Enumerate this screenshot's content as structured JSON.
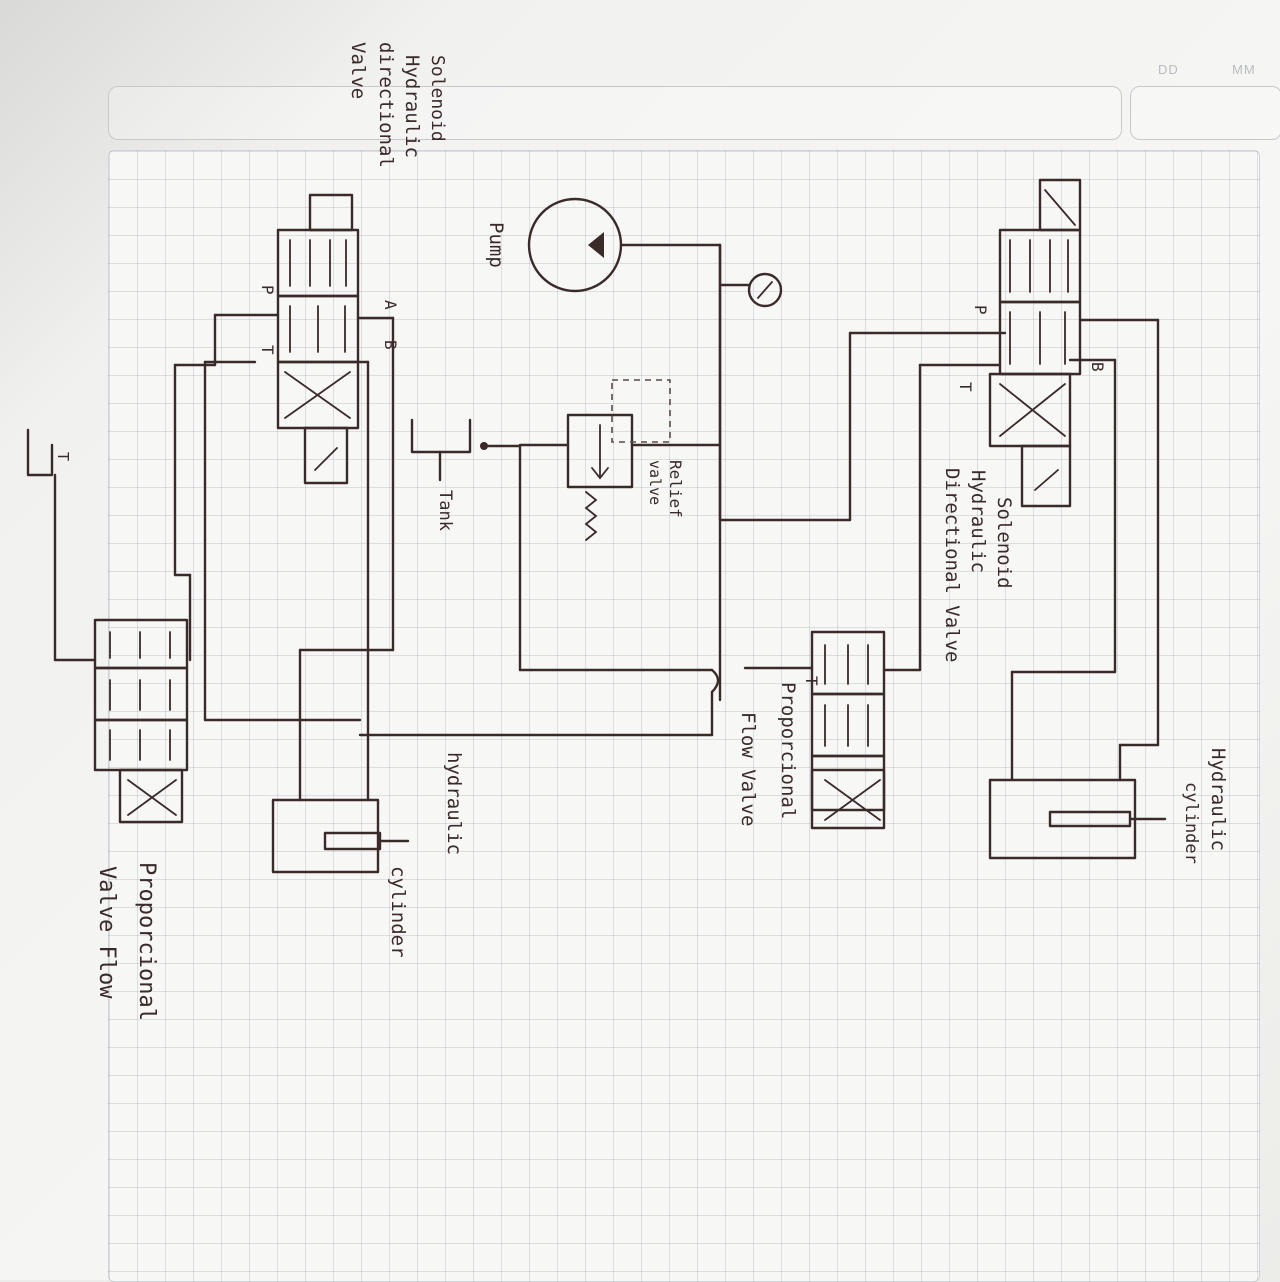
{
  "header": {
    "date_labels": [
      "DD",
      "MM"
    ]
  },
  "labels": {
    "solenoid_valve_left": [
      "Solenoid",
      "Hydraulic",
      "directional",
      "Valve"
    ],
    "solenoid_valve_right": [
      "Solenoid",
      "Hydraulic",
      "Directional Valve"
    ],
    "pump": "Pump",
    "relief_valve": [
      "Relief",
      "valve"
    ],
    "tank": "Tank",
    "proportional_flow_valve_center": [
      "Proporcional",
      "Flow Valve"
    ],
    "hydraulic_cylinder_right": [
      "Hydraulic",
      "cylinder"
    ],
    "hydraulic_cylinder_center": [
      "hydraulic",
      "cylinder"
    ],
    "proportional_flow_valve_left": [
      "Proporcional",
      "Valve Flow"
    ]
  },
  "ports": {
    "left_valve": {
      "a": "A",
      "b": "B",
      "p": "P",
      "t": "T"
    },
    "right_valve": {
      "b": "B",
      "p": "P",
      "t": "T"
    },
    "center_flow_valve_t": "T",
    "left_flow_valve_t": "T"
  },
  "colors": {
    "ink": "#3a2a2a",
    "grid": "#7882966",
    "paper": "#f7f7f5"
  }
}
